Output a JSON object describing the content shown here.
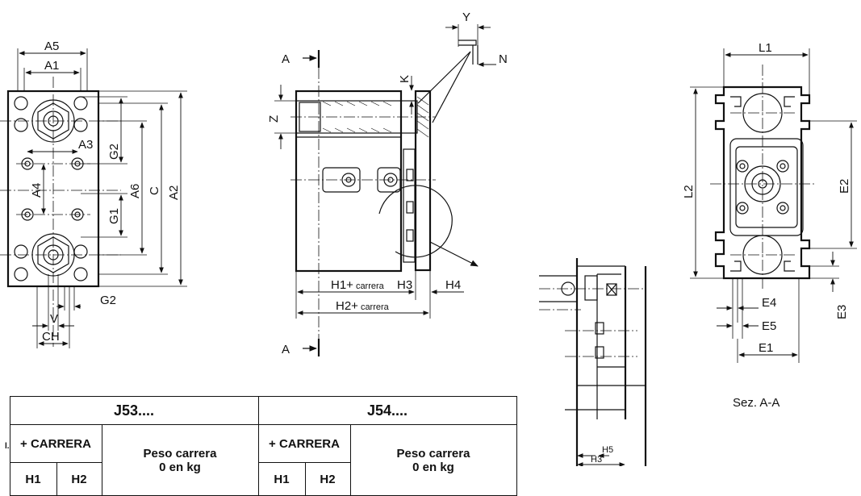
{
  "labels": {
    "A5": "A5",
    "A1": "A1",
    "A3": "A3",
    "G2": "G2",
    "A4": "A4",
    "A6": "A6",
    "C": "C",
    "A2": "A2",
    "G1": "G1",
    "V": "V",
    "CH": "CH",
    "A": "A",
    "Z": "Z",
    "K": "K",
    "Y": "Y",
    "N": "N",
    "H1": "H1+",
    "H2": "H2+",
    "carrera": "carrera",
    "H3": "H3",
    "H4": "H4",
    "L1": "L1",
    "L2": "L2",
    "E2": "E2",
    "E3": "E3",
    "E4": "E4",
    "E5": "E5",
    "E1": "E1",
    "H5": "H5",
    "section": "Sez. A-A"
  },
  "table": {
    "edge_text": "l.",
    "group1": "J53....",
    "group2": "J54....",
    "carrera": "+ CARRERA",
    "peso_line1": "Peso carrera",
    "peso_line2": "0 en kg",
    "h1": "H1",
    "h2": "H2"
  }
}
